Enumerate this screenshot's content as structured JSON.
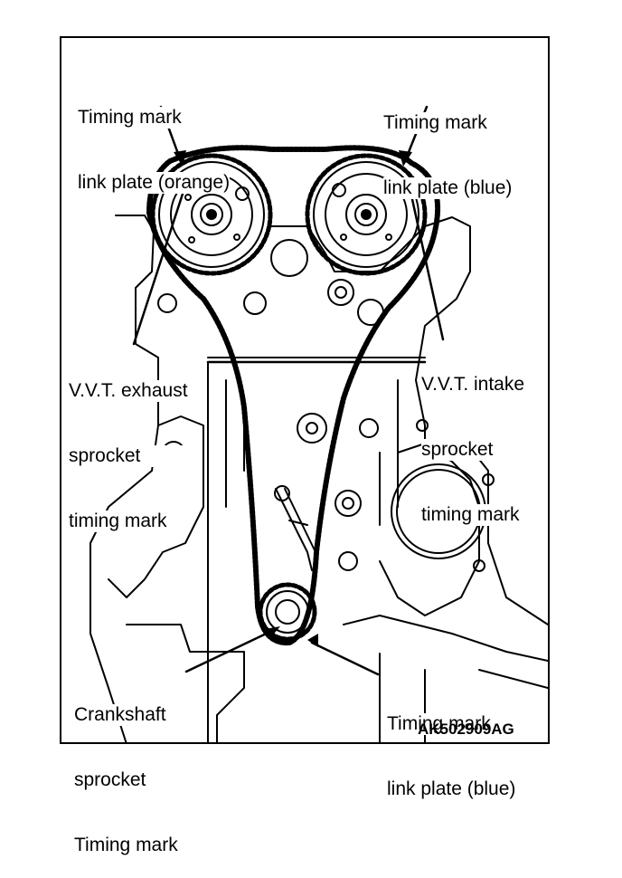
{
  "labels": {
    "orange_link": [
      "Timing mark",
      "link plate (orange)"
    ],
    "blue_link_top": [
      "Timing mark",
      "link plate (blue)"
    ],
    "exhaust": [
      "V.V.T. exhaust",
      "sprocket",
      "timing mark"
    ],
    "intake": [
      "V.V.T. intake",
      "sprocket",
      "timing mark"
    ],
    "crank": [
      "Crankshaft",
      "sprocket",
      "Timing mark"
    ],
    "blue_link_bottom": [
      "Timing mark",
      "link plate (blue)"
    ]
  },
  "reference_code": "AK502909AG"
}
